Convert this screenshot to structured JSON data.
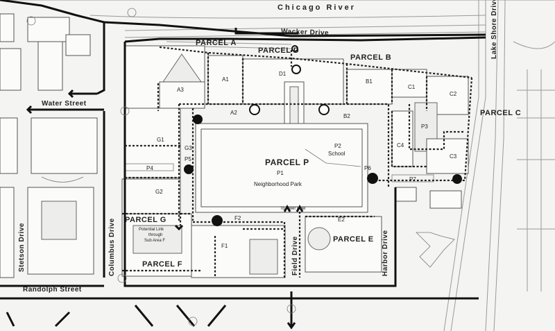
{
  "streets": {
    "river": "Chicago River",
    "wacker": "Wacker Drive",
    "water": "Water Street",
    "lake_shore": "Lake Shore Drive",
    "columbus": "Columbus Drive",
    "stetson": "Stetson Drive",
    "randolph": "Randolph Street",
    "field": "Field Drive",
    "harbor": "Harbor Drive"
  },
  "parcels": {
    "a": "PARCEL A",
    "b": "PARCEL B",
    "c": "PARCEL C",
    "d": "PARCEL D",
    "e": "PARCEL E",
    "f": "PARCEL F",
    "g": "PARCEL G",
    "p": "PARCEL P"
  },
  "subareas": {
    "a1": "A1",
    "a2": "A2",
    "a3": "A3",
    "b1": "B1",
    "b2": "B2",
    "c1": "C1",
    "c2": "C2",
    "c3": "C3",
    "c4": "C4",
    "d1": "D1",
    "e2": "E2",
    "f1": "F1",
    "f2": "F2",
    "g1": "G1",
    "g2": "G2",
    "g3": "G3",
    "p1": "P1",
    "p2": "P2",
    "p3": "P3",
    "p4": "P4",
    "p5": "P5",
    "p6": "P6",
    "p7": "P7"
  },
  "annotations": {
    "park": "Neighborhood Park",
    "school": "School",
    "lower_level": "To lower level",
    "link_line1": "Potential Link",
    "link_line2": "through",
    "link_line3": "Sub Area F"
  }
}
